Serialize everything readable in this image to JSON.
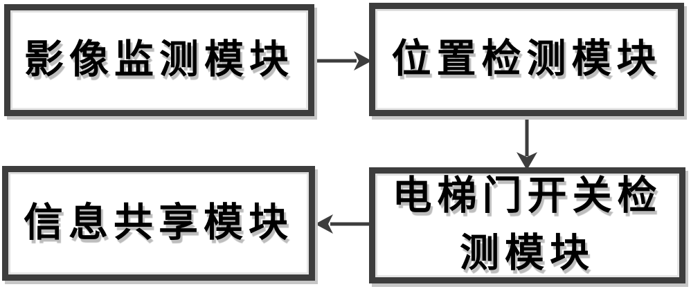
{
  "diagram": {
    "type": "flow-diagram",
    "nodes": [
      {
        "id": "image-monitoring-module",
        "label": "影像监测模块"
      },
      {
        "id": "position-detection-module",
        "label": "位置检测模块"
      },
      {
        "id": "elevator-door-switch-detection-module",
        "label": "电梯门开关检测模块"
      },
      {
        "id": "information-sharing-module",
        "label": "信息共享模块"
      }
    ],
    "edges": [
      {
        "from": "image-monitoring-module",
        "to": "position-detection-module",
        "direction": "right"
      },
      {
        "from": "position-detection-module",
        "to": "elevator-door-switch-detection-module",
        "direction": "down"
      },
      {
        "from": "elevator-door-switch-detection-module",
        "to": "information-sharing-module",
        "direction": "left"
      }
    ],
    "colors": {
      "border": "#3d3d3d",
      "text": "#000000",
      "background": "#ffffff",
      "shadow": "#c6c6c6"
    }
  }
}
